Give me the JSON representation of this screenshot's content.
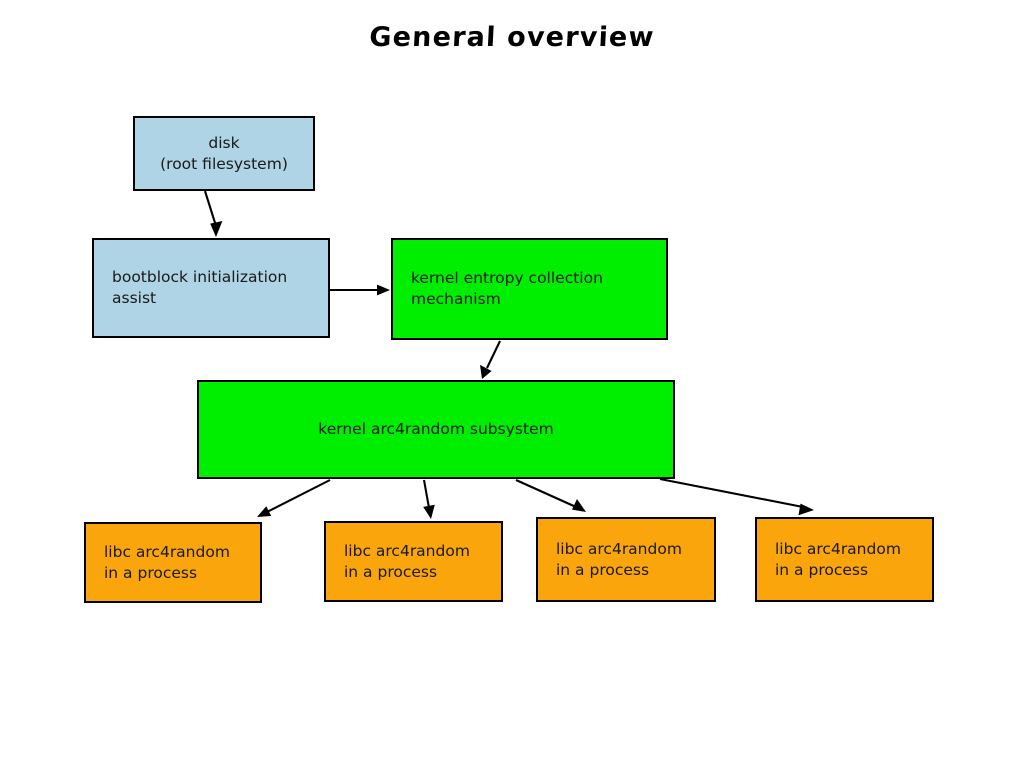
{
  "diagram": {
    "title": "General overview",
    "background_color": "#ffffff",
    "colors": {
      "disk_fill": "#aed4e5",
      "kernel_fill": "#00ef00",
      "libc_fill": "#f9a50b",
      "stroke": "#000000",
      "text": "#1a1a1a"
    },
    "nodes": [
      {
        "id": "disk",
        "label": "disk\n(root filesystem)",
        "fill": "#aed4e5",
        "align": "center"
      },
      {
        "id": "bootblock",
        "label": "bootblock initialization\nassist",
        "fill": "#aed4e5",
        "align": "left"
      },
      {
        "id": "entropy",
        "label": "kernel entropy collection\nmechanism",
        "fill": "#00ef00",
        "align": "left"
      },
      {
        "id": "subsystem",
        "label": "kernel arc4random subsystem",
        "fill": "#00ef00",
        "align": "center"
      },
      {
        "id": "libc1",
        "label": "libc arc4random\nin a process",
        "fill": "#f9a50b",
        "align": "left"
      },
      {
        "id": "libc2",
        "label": "libc arc4random\nin a process",
        "fill": "#f9a50b",
        "align": "left"
      },
      {
        "id": "libc3",
        "label": "libc arc4random\nin a process",
        "fill": "#f9a50b",
        "align": "left"
      },
      {
        "id": "libc4",
        "label": "libc arc4random\nin a process",
        "fill": "#f9a50b",
        "align": "left"
      }
    ],
    "edges": [
      {
        "id": "disk-to-bootblock",
        "from": "disk",
        "to": "bootblock",
        "kind": "arrow"
      },
      {
        "id": "bootblock-to-entropy",
        "from": "bootblock",
        "to": "entropy",
        "kind": "arrow"
      },
      {
        "id": "entropy-to-subsystem",
        "from": "entropy",
        "to": "subsystem",
        "kind": "arrow"
      },
      {
        "id": "subsystem-to-libc1",
        "from": "subsystem",
        "to": "libc1",
        "kind": "arrow"
      },
      {
        "id": "subsystem-to-libc2",
        "from": "subsystem",
        "to": "libc2",
        "kind": "arrow"
      },
      {
        "id": "subsystem-to-libc3",
        "from": "subsystem",
        "to": "libc3",
        "kind": "arrow"
      },
      {
        "id": "subsystem-to-libc4",
        "from": "subsystem",
        "to": "libc4",
        "kind": "arrow"
      }
    ]
  }
}
